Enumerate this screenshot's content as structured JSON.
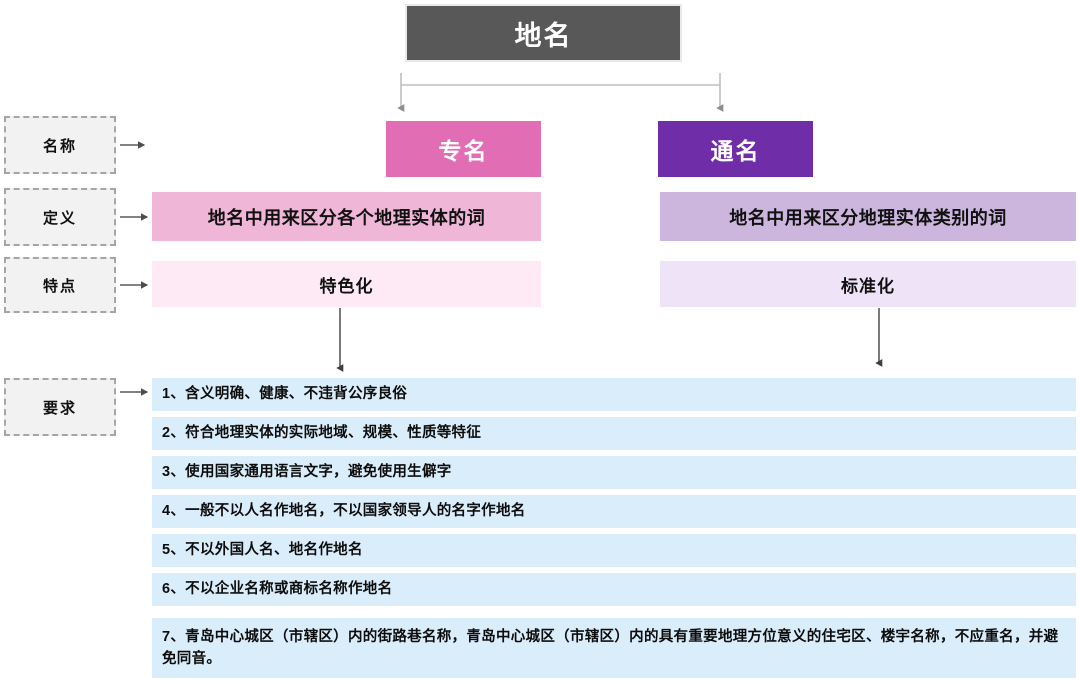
{
  "diagram": {
    "title": "地名",
    "sidebar": {
      "items": [
        {
          "key": "name",
          "label": "名称"
        },
        {
          "key": "definition",
          "label": "定义"
        },
        {
          "key": "feature",
          "label": "特点"
        },
        {
          "key": "requirement",
          "label": "要求"
        }
      ]
    },
    "columns": [
      {
        "key": "specific",
        "header": "专名",
        "header_color": "#e16eb4",
        "definition": "地名中用来区分各个地理实体的词",
        "definition_color": "#efb6d8",
        "feature": "特色化",
        "feature_color": "#fdeaf4"
      },
      {
        "key": "generic",
        "header": "通名",
        "header_color": "#6f2da8",
        "definition": "地名中用来区分地理实体类别的词",
        "definition_color": "#cdb6de",
        "feature": "标准化",
        "feature_color": "#efe4f7"
      }
    ],
    "requirements": {
      "row_color": "#daedfb",
      "items": [
        "1、含义明确、健康、不违背公序良俗",
        "2、符合地理实体的实际地域、规模、性质等特征",
        "3、使用国家通用语言文字，避免使用生僻字",
        "4、一般不以人名作地名，不以国家领导人的名字作地名",
        "5、不以外国人名、地名作地名",
        "6、不以企业名称或商标名称作地名",
        "7、青岛中心城区（市辖区）内的街路巷名称，青岛中心城区（市辖区）内的具有重要地理方位意义的住宅区、楼宇名称，不应重名，并避免同音。"
      ]
    },
    "colors": {
      "title_bg": "#585858",
      "sidebar_bg": "#f2f2f2",
      "sidebar_border": "#a6a6a6",
      "connector_light": "#b3b3b3",
      "connector_dark": "#595959",
      "page_bg": "#ffffff"
    }
  }
}
